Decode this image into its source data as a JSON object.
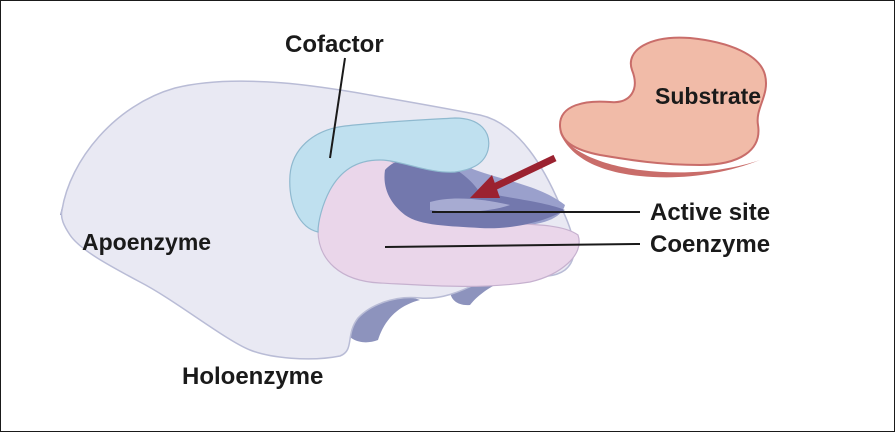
{
  "labels": {
    "cofactor": "Cofactor",
    "substrate": "Substrate",
    "active_site": "Active site",
    "coenzyme": "Coenzyme",
    "apoenzyme": "Apoenzyme",
    "holoenzyme": "Holoenzyme"
  },
  "colors": {
    "apoenzyme_fill": "#e9e9f3",
    "apoenzyme_shadow": "#8d93bd",
    "cofactor_fill": "#bfe0ef",
    "coenzyme_fill": "#ead6ea",
    "active_site_fill": "#7378ad",
    "substrate_fill": "#f1bba8",
    "substrate_shadow": "#c96d6a",
    "arrow": "#9b2230",
    "leader_line": "#1a1a1a"
  }
}
